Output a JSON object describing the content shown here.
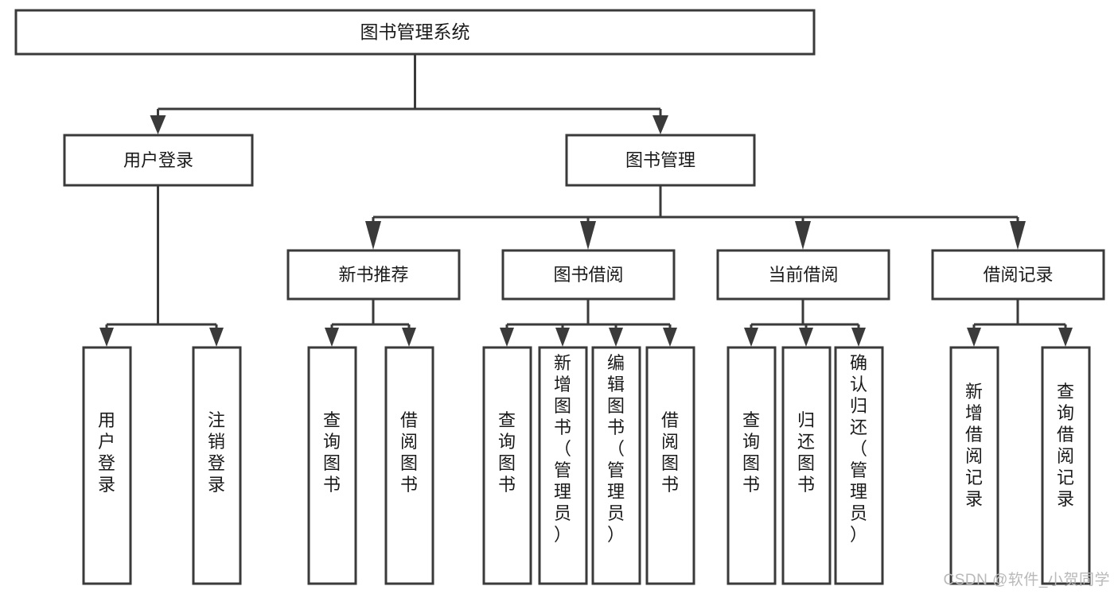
{
  "diagram": {
    "type": "tree-hierarchy",
    "root": {
      "id": "root",
      "label": "图书管理系统"
    },
    "level2": [
      {
        "id": "user-login",
        "label": "用户登录"
      },
      {
        "id": "book-management",
        "label": "图书管理"
      }
    ],
    "level3": [
      {
        "id": "new-book-recommend",
        "label": "新书推荐",
        "parent": "book-management"
      },
      {
        "id": "book-borrow",
        "label": "图书借阅",
        "parent": "book-management"
      },
      {
        "id": "current-borrow",
        "label": "当前借阅",
        "parent": "book-management"
      },
      {
        "id": "borrow-record",
        "label": "借阅记录",
        "parent": "book-management"
      }
    ],
    "leaves": [
      {
        "id": "leaf-user-login",
        "label": "用户登录",
        "parent": "user-login"
      },
      {
        "id": "leaf-logout-login",
        "label": "注销登录",
        "parent": "user-login"
      },
      {
        "id": "leaf-query-book-1",
        "label": "查询图书",
        "parent": "new-book-recommend"
      },
      {
        "id": "leaf-borrow-book-1",
        "label": "借阅图书",
        "parent": "new-book-recommend"
      },
      {
        "id": "leaf-query-book-2",
        "label": "查询图书",
        "parent": "book-borrow"
      },
      {
        "id": "leaf-add-book",
        "label": "新增图书（管理员）",
        "parent": "book-borrow"
      },
      {
        "id": "leaf-edit-book",
        "label": "编辑图书（管理员）",
        "parent": "book-borrow"
      },
      {
        "id": "leaf-borrow-book-2",
        "label": "借阅图书",
        "parent": "book-borrow"
      },
      {
        "id": "leaf-query-book-3",
        "label": "查询图书",
        "parent": "current-borrow"
      },
      {
        "id": "leaf-return-book",
        "label": "归还图书",
        "parent": "current-borrow"
      },
      {
        "id": "leaf-confirm-return",
        "label": "确认归还（管理员）",
        "parent": "current-borrow"
      },
      {
        "id": "leaf-add-record",
        "label": "新增借阅记录",
        "parent": "borrow-record"
      },
      {
        "id": "leaf-query-record",
        "label": "查询借阅记录",
        "parent": "borrow-record"
      }
    ]
  },
  "watermark": {
    "text": "CSDN @软件_小贺同学"
  },
  "colors": {
    "stroke": "#3a3a3a",
    "fill": "#ffffff",
    "text": "#1a1a1a",
    "watermark": "#b9b9b9"
  }
}
